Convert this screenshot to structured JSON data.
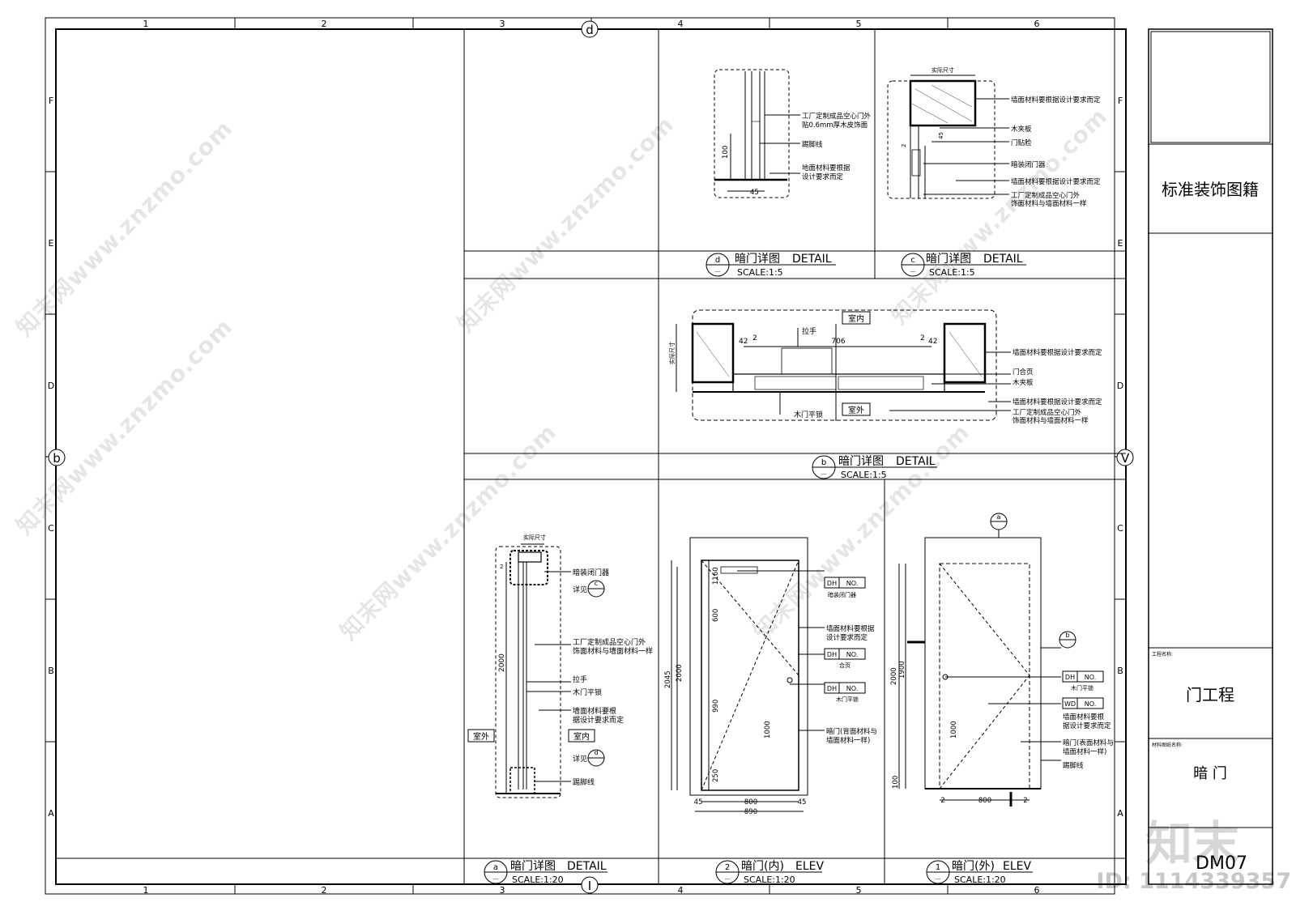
{
  "sheet": {
    "col_numbers": [
      "1",
      "2",
      "3",
      "4",
      "5",
      "6"
    ],
    "row_letters": [
      "F",
      "E",
      "D",
      "C",
      "B",
      "A"
    ],
    "grid_markers": {
      "top": "d",
      "left": "b",
      "right": "V",
      "bottom": "I"
    }
  },
  "title_block": {
    "company": "标准装饰图籍",
    "project_label": "工程名称:",
    "project_name": "门工程",
    "drawing_label": "材料图纸名称:",
    "drawing_name": "暗 门",
    "drawing_no": "DM07"
  },
  "details": {
    "d": {
      "tag": "d",
      "sub": "---",
      "title": "暗门详图",
      "title_en": "DETAIL",
      "scale": "SCALE:1:5",
      "labels": [
        "工厂定制成品空心门外",
        "贴0.6mm厚木皮饰面",
        "踢脚线",
        "地面材料要根据",
        "设计要求而定"
      ],
      "dims": [
        "100",
        "45"
      ]
    },
    "c": {
      "tag": "c",
      "sub": "---",
      "title": "暗门详图",
      "title_en": "DETAIL",
      "scale": "SCALE:1:5",
      "labels": [
        "墙面材料要根据设计要求而定",
        "木夹板",
        "门贴脸",
        "暗装闭门器",
        "墙面材料要根据设计要求而定",
        "工厂定制成品空心门外",
        "饰面材料与墙面材料一样"
      ],
      "dims": [
        "实际尺寸",
        "45",
        "2"
      ]
    },
    "b": {
      "tag": "b",
      "sub": "---",
      "title": "暗门详图",
      "title_en": "DETAIL",
      "scale": "SCALE:1:5",
      "room_in": "室内",
      "room_out": "室外",
      "labels": [
        "拉手",
        "木门平锁",
        "墙面材料要根据设计要求而定",
        "门合页",
        "木夹板",
        "墙面材料要根据设计要求而定",
        "工厂定制成品空心门外",
        "饰面材料与墙面材料一样"
      ],
      "dims": [
        "706",
        "42",
        "2",
        "2",
        "42",
        "实际尺寸"
      ]
    },
    "a": {
      "tag": "a",
      "sub": "---",
      "title": "暗门详图",
      "title_en": "DETAIL",
      "scale": "SCALE:1:20",
      "room_out": "室外",
      "room_in": "室内",
      "labels": [
        "暗装闭门器",
        "详见",
        "工厂定制成品空心门外",
        "饰面材料与墙面材料一样",
        "拉手",
        "木门平锁",
        "墙面材料要根",
        "据设计要求而定",
        "详见",
        "踢脚线"
      ],
      "ref_c": "c",
      "ref_d": "d",
      "dims": [
        "实际尺寸",
        "2000",
        "2"
      ]
    },
    "e2": {
      "tag": "2",
      "sub": "---",
      "title": "暗门(内)",
      "title_en": "ELEV",
      "scale": "SCALE:1:20",
      "labels": [
        "暗装闭门器",
        "墙面材料要根据",
        "设计要求而定",
        "合页",
        "木门平锁",
        "暗门(背面材料与",
        "墙面材料一样)"
      ],
      "dh": "DH",
      "no": "NO.",
      "dims": [
        "1160",
        "600",
        "990",
        "250",
        "1000",
        "2045",
        "2000",
        "800",
        "890",
        "45",
        "45"
      ]
    },
    "e1": {
      "tag": "1",
      "sub": "---",
      "title": "暗门(外)",
      "title_en": "ELEV",
      "scale": "SCALE:1:20",
      "labels": [
        "木门平锁",
        "墙面材料要根",
        "据设计要求而定",
        "暗门(表面材料与",
        "墙面材料一样)",
        "踢脚线"
      ],
      "dh": "DH",
      "wd": "WD",
      "no": "NO.",
      "ref_a": "a",
      "ref_b": "b",
      "dims": [
        "2000",
        "1900",
        "1000",
        "100",
        "800",
        "2",
        "2"
      ]
    }
  },
  "watermark": {
    "text": "知末网www.znzmo.com",
    "logo": "知末",
    "id": "ID: 1114339357"
  }
}
